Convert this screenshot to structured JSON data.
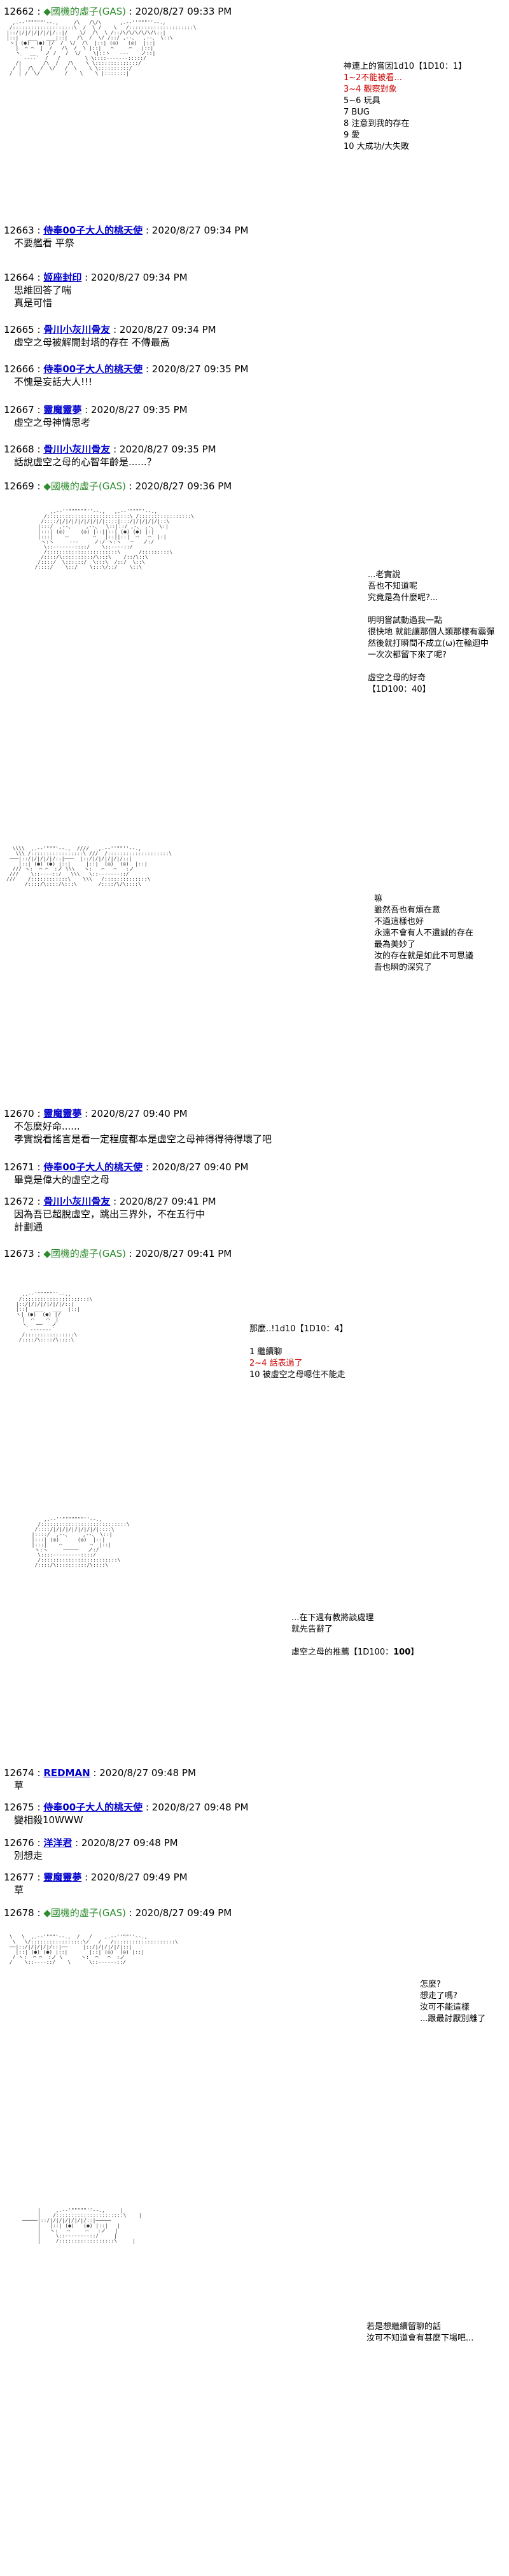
{
  "posts": {
    "p12662": {
      "num": "12662",
      "name": "◆國機的虛子(GAS)",
      "date": "2020/8/27 09:33 PM"
    },
    "p12663": {
      "num": "12663",
      "name": "侍奉00子大人的桃天使",
      "date": "2020/8/27 09:34 PM",
      "text": "不要艦看 平祭"
    },
    "p12664": {
      "num": "12664",
      "name": "姬座封印",
      "date": "2020/8/27 09:34 PM",
      "text": "思維回答了喘\n真是可惜"
    },
    "p12665": {
      "num": "12665",
      "name": "骨川小灰川骨友",
      "date": "2020/8/27 09:34 PM",
      "text": "虛空之母被解開封塔的存在 不傳最高"
    },
    "p12666": {
      "num": "12666",
      "name": "侍奉00子大人的桃天使",
      "date": "2020/8/27 09:35 PM",
      "text": "不愧是妄話大人!!!"
    },
    "p12667": {
      "num": "12667",
      "name": "靈魔靈夢",
      "date": "2020/8/27 09:35 PM",
      "text": "虛空之母神情思考"
    },
    "p12668": {
      "num": "12668",
      "name": "骨川小灰川骨友",
      "date": "2020/8/27 09:35 PM",
      "text": "話說虛空之母的心智年齡是......？"
    },
    "p12669": {
      "num": "12669",
      "name": "◆國機的虛子(GAS)",
      "date": "2020/8/27 09:36 PM"
    },
    "p12670": {
      "num": "12670",
      "name": "靈魔靈夢",
      "date": "2020/8/27 09:40 PM",
      "text": "不怎麼好命......\n孝實說看謠言是看一定程度都本是虛空之母神得得待得壞了吧"
    },
    "p12671": {
      "num": "12671",
      "name": "侍奉00子大人的桃天使",
      "date": "2020/8/27 09:40 PM",
      "text": "畢竟是偉大的虛空之母"
    },
    "p12672": {
      "num": "12672",
      "name": "骨川小灰川骨友",
      "date": "2020/8/27 09:41 PM",
      "text": "因為吾已超脫虛空，跳出三界外，不在五行中\n計劃通"
    },
    "p12673": {
      "num": "12673",
      "name": "◆國機的虛子(GAS)",
      "date": "2020/8/27 09:41 PM"
    },
    "p12674": {
      "num": "12674",
      "name": "REDMAN",
      "date": "2020/8/27 09:48 PM",
      "text": "草"
    },
    "p12675": {
      "num": "12675",
      "name": "侍奉00子大人的桃天使",
      "date": "2020/8/27 09:48 PM",
      "text": "變相殺10WWW"
    },
    "p12676": {
      "num": "12676",
      "name": "洋洋君",
      "date": "2020/8/27 09:48 PM",
      "text": "別想走"
    },
    "p12677": {
      "num": "12677",
      "name": "靈魔靈夢",
      "date": "2020/8/27 09:49 PM",
      "text": "草"
    },
    "p12678": {
      "num": "12678",
      "name": "◆國機的虛子(GAS)",
      "date": "2020/8/27 09:49 PM"
    }
  },
  "panels": {
    "s1": {
      "lines": "神連上的嘗因1d10【1D10：1】",
      "red": "1~2不能被看...\n3~4 觀察對象",
      "rest": "5~6 玩具\n7 BUG\n8 注意到我的存在\n9 愛\n10 大成功/大失敗"
    },
    "s2": "...老實說\n吾也不知道呢\n究竟是為什麼呢?...\n\n明明嘗試動過我一點\n很快地 就能讓那個人類那樣有霸彈\n然後就打瞬間不成立(ω)在輪迴中\n一次次都留下來了呢?\n\n虛空之母的好奇\n【1D100：40】",
    "s3": "嘛\n雖然吾也有煩在意\n不過這樣也好\n永遠不會有人不遺誠的存在\n最為美妙了\n汝的存在就是如此不可思議\n吾也瞬的深究了",
    "s4": {
      "head": "那麼..!1d10【1D10：4】",
      "l1": "1 繼續聊",
      "red": "2~4 話表過了",
      "l3": "10 被虛空之母嗯住不能走"
    },
    "s5": {
      "text": "...在下週有教將談處理\n就先告辭了\n\n虛空之母的推薦【1D100：",
      "val": "100",
      "end": "】"
    },
    "s6": "怎麼?\n想走了嗎?\n汝可不能這樣\n...跟最討厭別離了",
    "s7": "若是想繼續留聊的話\n汝可不知道會有甚麼下場吧..."
  },
  "aa": {
    "a1": "  ,.-‐'\"\"\"\"\"'‐-.,     /\\   /\\/\\      ,.-‐''\"\"\"''‐-.,\n /::::::::::::::::::::\\  /  \\ /    \\   /:::::::::::::::::::::\\\n|::/|/|/|/|/|/|/::|/    \\/  /\\  \\ /::/\\/\\/\\/\\/\\/\\::|\n|::|   ___   ___|::|   /\\  /  \\/ /::/ ,-‐、  ,-‐、 \\::\\\n ヽ| (●)  (●) |/  /  \\/  /\\  |::| (◎)   (◎)  |::|\n   |  ⌒ ⌒  |  /   /\\  /  \\ |::|   ⌒     ⌒   |::|\n   ヽ   __   ノ /   /  \\/    \\|::ヽ   ‐‐‐    ノ::|\n    ｀‐--‐´  /   /        \\ \\::::‐-----‐:::::/\n   /|       /\\  /   /\\    \\ \\::::::::::::::/\n  / |  /\\  /  \\/   /  \\    \\ \\::::::::::/\n /  | /  \\/        /    \\    \\ |:::::::|",
    "a2": "        ,.-‐''\"\"\"\"\"\"''‐-.,   ,.-‐'\"\"\"\"'‐-.,\n      /:::::::::::::::::::::::::::\\ /:::::::::::::::::\\\n     /::::/|/|/|/|/|/|/|/|::::|:::/|/|/|/|/|::\\\n    |:::/  ,-‐、    ,-‐、  \\::|::/ ,-、 ,-、 \\:|\n    |:::| (◎)     (◎) |::||::| (●) (●) |:|\n    |:::|    ⌒        ⌒   |::||::|  ⌒   ⌒  |:|\n     ヽ:ヽ     ‐‐‐     ノ:/ ヽ:ヽ   ─   ノ:/\n      \\::‐-----‐::::/    \\::‐--‐::/\n      /:::::::::::::::::::::::\\      /:::::::::\\\n     /::::/\\::::::::::/\\:::\\    /::/\\::\\\n    /::::/  \\::::::/  \\:::\\  /::/  \\::\\\n   /::::/    \\::/    \\:::\\/::/    \\::\\",
    "a3": "  \\\\\\\\  ,.-‐'\"\"\"'‐-.,  ////   ,.-‐''\"\"''‐-.,\n   \\\\\\ /:::::::::::::::::\\ ///  /::::::::::::::::::::\\\n ───|::/|/|/|/|/::|───  |::/|/|/|/|/|/::|\n    |::| (●) (●) |::|     |::|  (◎)  (◎)  |::|\n  /// ヽ:  ⌒ ⌒  :ノ \\\\\\   ヽ:   ⌒   ⌒   :ノ\n ///    \\::‐--‐::/   \\\\\\   \\::‐-----‐::/\n///    /::::::::::::\\    \\\\\\   /::::::::::::::\\\n      /::::/\\::::/\\:::\\       /::::/\\/\\::::\\",
    "a4": "   ,.-‐'\"\"\"\"\"''‐-.,\n  /::::::::::::::::::::::\\\n |::/|/|/|/|/|/|/::|\n |::|  ___   ___  |::|\n ヽ| (●)  (●) |/\n   |  ⌒    ⌒  |\n   ヽ   ──   ノ\n    ｀‐-----‐´\n   /::::::::::::::::\\\n  /::::/\\::::/\\::::\\",
    "a5": "      ,.-‐''\"\"\"\"\"\"\"''‐-.,\n    /::::::::::::::::::::::::::::\\\n   /::::/|/|/|/|/|/|/|/|::::\\\n  |::::/  ,-‐、    ,-‐、 \\::|\n  |:::| (◎)      (◎)  |::|\n  |:::|    ⌒         ⌒  |::|\n   ヽ:ヽ     ─────   ノ:/\n    \\::::‐-------‐::::/\n    /:::::::::::::::::::::::::\\\n   /::::/\\::::::::::/\\::::\\",
    "a6": " \\   \\  ,.-‐'\"\"\"'‐-.,  /   /    ,.-‐''\"\"''‐-.,\n  \\   \\/:::::::::::::::::\\/   /   /::::::::::::::::::::\\\n ──|::/|/|/|/|/::|──     |::/|/|/|/|/|::|\n   |::| (●) (●) |::|       |::| (◎)  (◎) |::|\n  / ヽ:  ⌒ ⌒  :ノ \\      ヽ:  ⌒   ⌒  :ノ\n /    \\::‐--‐::/    \\      \\::‐----‐::/",
    "a7": "      |     ,.-‐'\"\"\"\"\"''‐-.,     |\n      |    /::::::::::::::::::::::\\    |\n ─────|::/|/|/|/|/|/|/::|─────\n      |   |::| (●)   (●) |::|   |\n      |   ヽ:   ⌒     ⌒   :ノ   |\n      |     \\::‐------‐::/     |\n      |     /::::::::::::::::::\\     |"
  }
}
